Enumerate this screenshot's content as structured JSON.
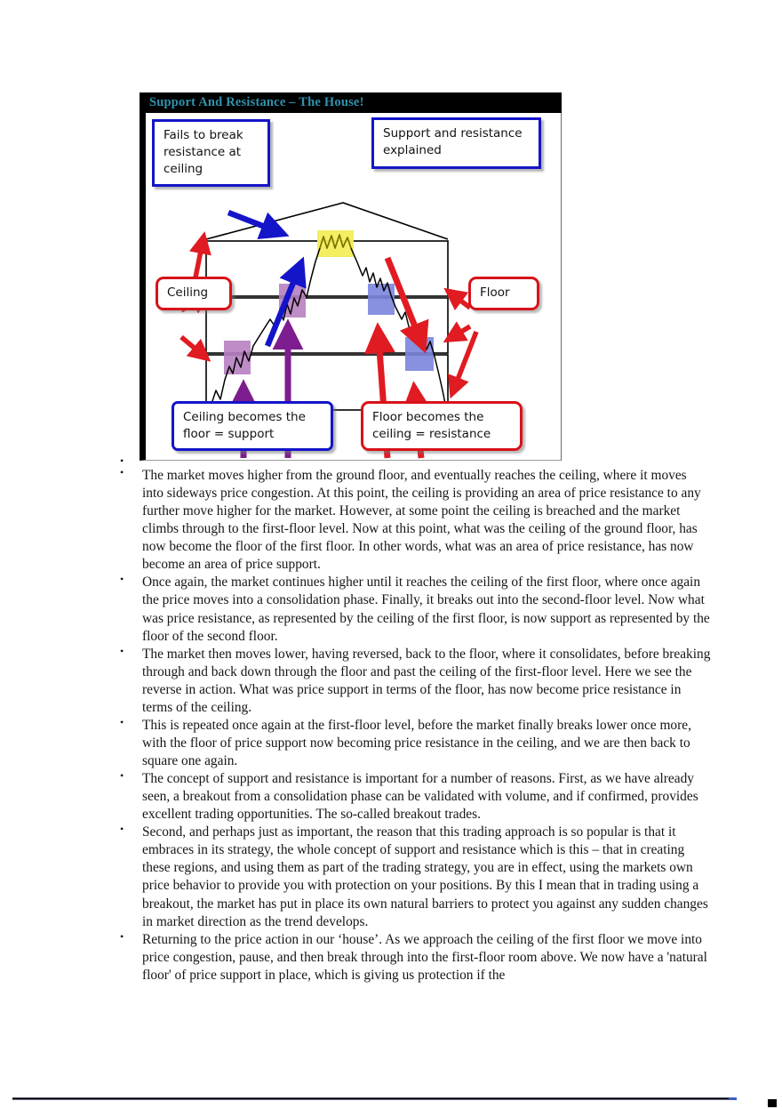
{
  "figure": {
    "title": "Support And Resistance – The House!",
    "title_color": "#2f93ad",
    "titlebar_color": "#000000",
    "callouts": {
      "fails_to_break": "Fails to break resistance at ceiling",
      "support_resistance_explained": "Support and resistance explained",
      "ceiling": "Ceiling",
      "floor": "Floor",
      "ceiling_becomes_floor": "Ceiling becomes the floor = support",
      "floor_becomes_ceiling": "Floor becomes the ceiling = resistance"
    },
    "legend_colors": {
      "callout_blue": "#1414c8",
      "callout_red": "#d81219",
      "arrow_blue": "#1414c8",
      "arrow_red": "#e01b22",
      "arrow_purple": "#7d1d8f",
      "congestion_purple": "#b77fc0",
      "congestion_blue": "#7b85dd",
      "congestion_yellow": "#f2ed5a",
      "price_line": "#000000",
      "house_outline": "#000000"
    },
    "annotations": {
      "breakout_up_arrows": 3,
      "breakdown_down_arrows": 3,
      "ceiling_pointer_arrows": 3,
      "floor_pointer_arrows": 3,
      "congestion_zones_up": 2,
      "congestion_zones_down": 2,
      "peak_congestion_zones": 1,
      "floors": 3
    }
  },
  "content": {
    "bullets": [
      "",
      "The market moves higher from the ground floor, and eventually reaches the ceiling, where it moves into sideways price congestion. At this point, the ceiling is providing an area of price resistance to any further move higher for the market. However, at some point the ceiling is breached and the market climbs through to the first-floor level. Now at this point, what was the ceiling of the ground floor, has now become the floor of the first floor. In other words, what was an area of price resistance, has now become an area of price support.",
      "Once again, the market continues higher until it reaches the ceiling of the first floor, where once again the price moves into a consolidation phase. Finally, it breaks out into the second-floor level. Now what was price resistance, as represented by the ceiling of the first floor, is now support as represented by the floor of the second floor.",
      "The market then moves lower, having reversed, back to the floor, where it consolidates, before breaking through and back down through the floor and past the ceiling of the first-floor level. Here we see the reverse in action. What was price support in terms of the floor, has now become price resistance in terms of the ceiling.",
      "This is repeated once again at the first-floor level, before the market finally breaks lower once more, with the floor of price support now becoming price resistance in the ceiling, and we are then back to square one again.",
      "The concept of support and resistance is important for a number of reasons. First, as we have already seen, a breakout from a consolidation phase can be validated with volume, and if confirmed, provides excellent trading opportunities. The so-called breakout trades.",
      "Second, and perhaps just as important, the reason that this trading approach is so popular is that it embraces in its strategy, the whole concept of support and resistance which is this – that in creating these regions, and using them as part of the trading strategy, you are in effect, using the markets own price behavior to provide you with protection on your positions. By this I mean that in trading using a breakout, the market has put in place its own natural barriers to protect you against any sudden changes in market direction as the trend develops.",
      "Returning to the price action in our ‘house’. As we approach the ceiling of the first floor we move into price congestion, pause, and then break through into the first-floor room above. We now have a 'natural floor' of price support in place, which is giving us protection if the"
    ]
  }
}
